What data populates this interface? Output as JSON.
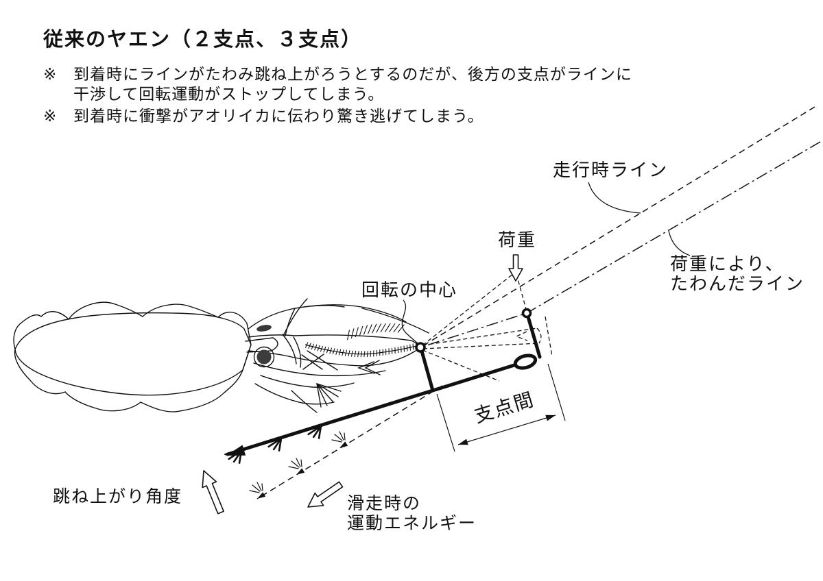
{
  "title": "従来のヤエン（２支点、３支点）",
  "notes": [
    {
      "marker": "※",
      "lines": [
        "到着時にラインがたわみ跳ね上がろうとするのだが、後方の支点がラインに",
        "干渉して回転運動がストップしてしまう。"
      ]
    },
    {
      "marker": "※",
      "lines": [
        "到着時に衝撃がアオリイカに伝わり驚き逃げてしまう。"
      ]
    }
  ],
  "diagram": {
    "labels": {
      "running_line": "走行時ライン",
      "load": "荷重",
      "sagged_line": [
        "荷重により、",
        "たわんだライン"
      ],
      "rotation_center": "回転の中心",
      "fulcrum_span": "支点間",
      "jump_angle": "跳ね上がり角度",
      "slide_energy": [
        "滑走時の",
        "運動エネルギー"
      ]
    },
    "colors": {
      "ink": "#111111",
      "background": "#ffffff"
    }
  }
}
